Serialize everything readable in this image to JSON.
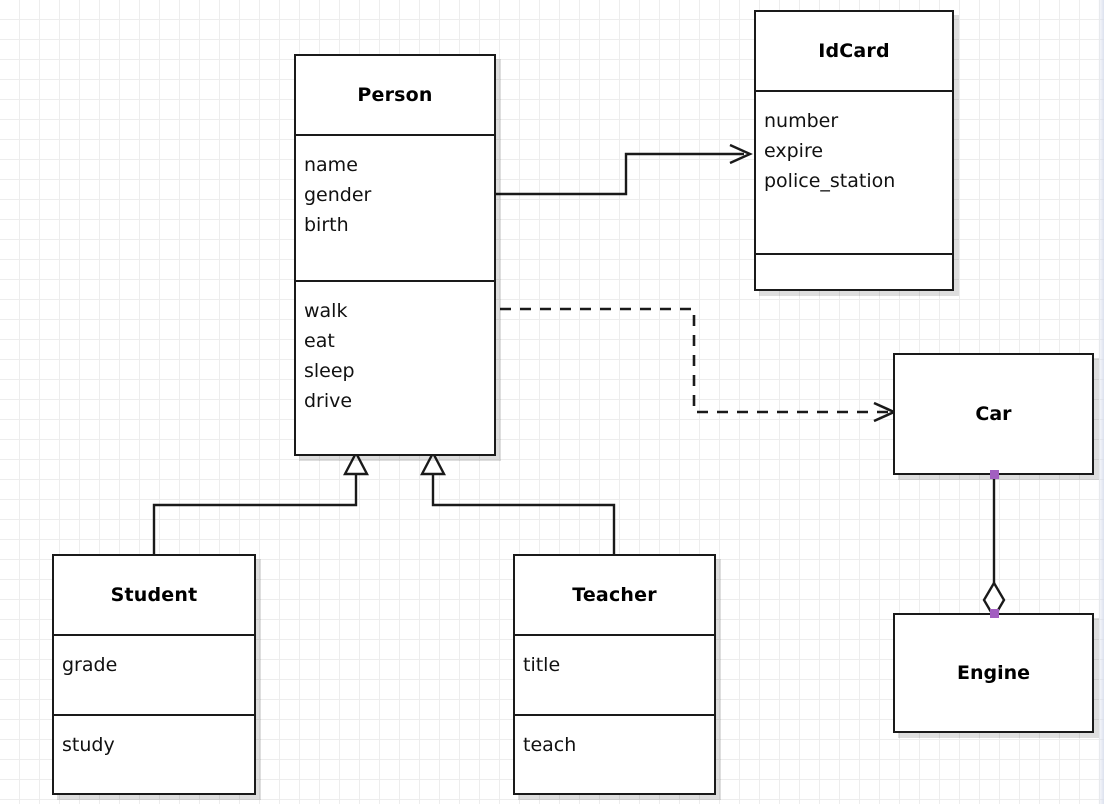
{
  "diagram": {
    "type": "uml-class-diagram",
    "background": "#ffffff",
    "grid_color": "#ededed",
    "line_color": "#1a1a1a",
    "handle_color": "#a25fc0"
  },
  "classes": {
    "person": {
      "name": "Person",
      "attributes": [
        "name",
        "gender",
        "birth"
      ],
      "operations": [
        "walk",
        "eat",
        "sleep",
        "drive"
      ]
    },
    "idcard": {
      "name": "IdCard",
      "attributes": [
        "number",
        "expire",
        "police_station"
      ],
      "operations": []
    },
    "student": {
      "name": "Student",
      "attributes": [
        "grade"
      ],
      "operations": [
        "study"
      ]
    },
    "teacher": {
      "name": "Teacher",
      "attributes": [
        "title"
      ],
      "operations": [
        "teach"
      ]
    },
    "car": {
      "name": "Car",
      "attributes": [],
      "operations": []
    },
    "engine": {
      "name": "Engine",
      "attributes": [],
      "operations": []
    }
  },
  "relationships": [
    {
      "id": "person-idcard",
      "kind": "association",
      "style": "solid",
      "arrow": "open",
      "from": "Person",
      "to": "IdCard"
    },
    {
      "id": "person-car",
      "kind": "dependency",
      "style": "dashed",
      "arrow": "open",
      "from": "Person",
      "to": "Car"
    },
    {
      "id": "student-person",
      "kind": "generalization",
      "style": "solid",
      "arrow": "hollow-triangle",
      "from": "Student",
      "to": "Person"
    },
    {
      "id": "teacher-person",
      "kind": "generalization",
      "style": "solid",
      "arrow": "hollow-triangle",
      "from": "Teacher",
      "to": "Person"
    },
    {
      "id": "car-engine",
      "kind": "aggregation",
      "style": "solid",
      "arrow": "hollow-diamond",
      "from": "Car",
      "to": "Engine"
    }
  ]
}
